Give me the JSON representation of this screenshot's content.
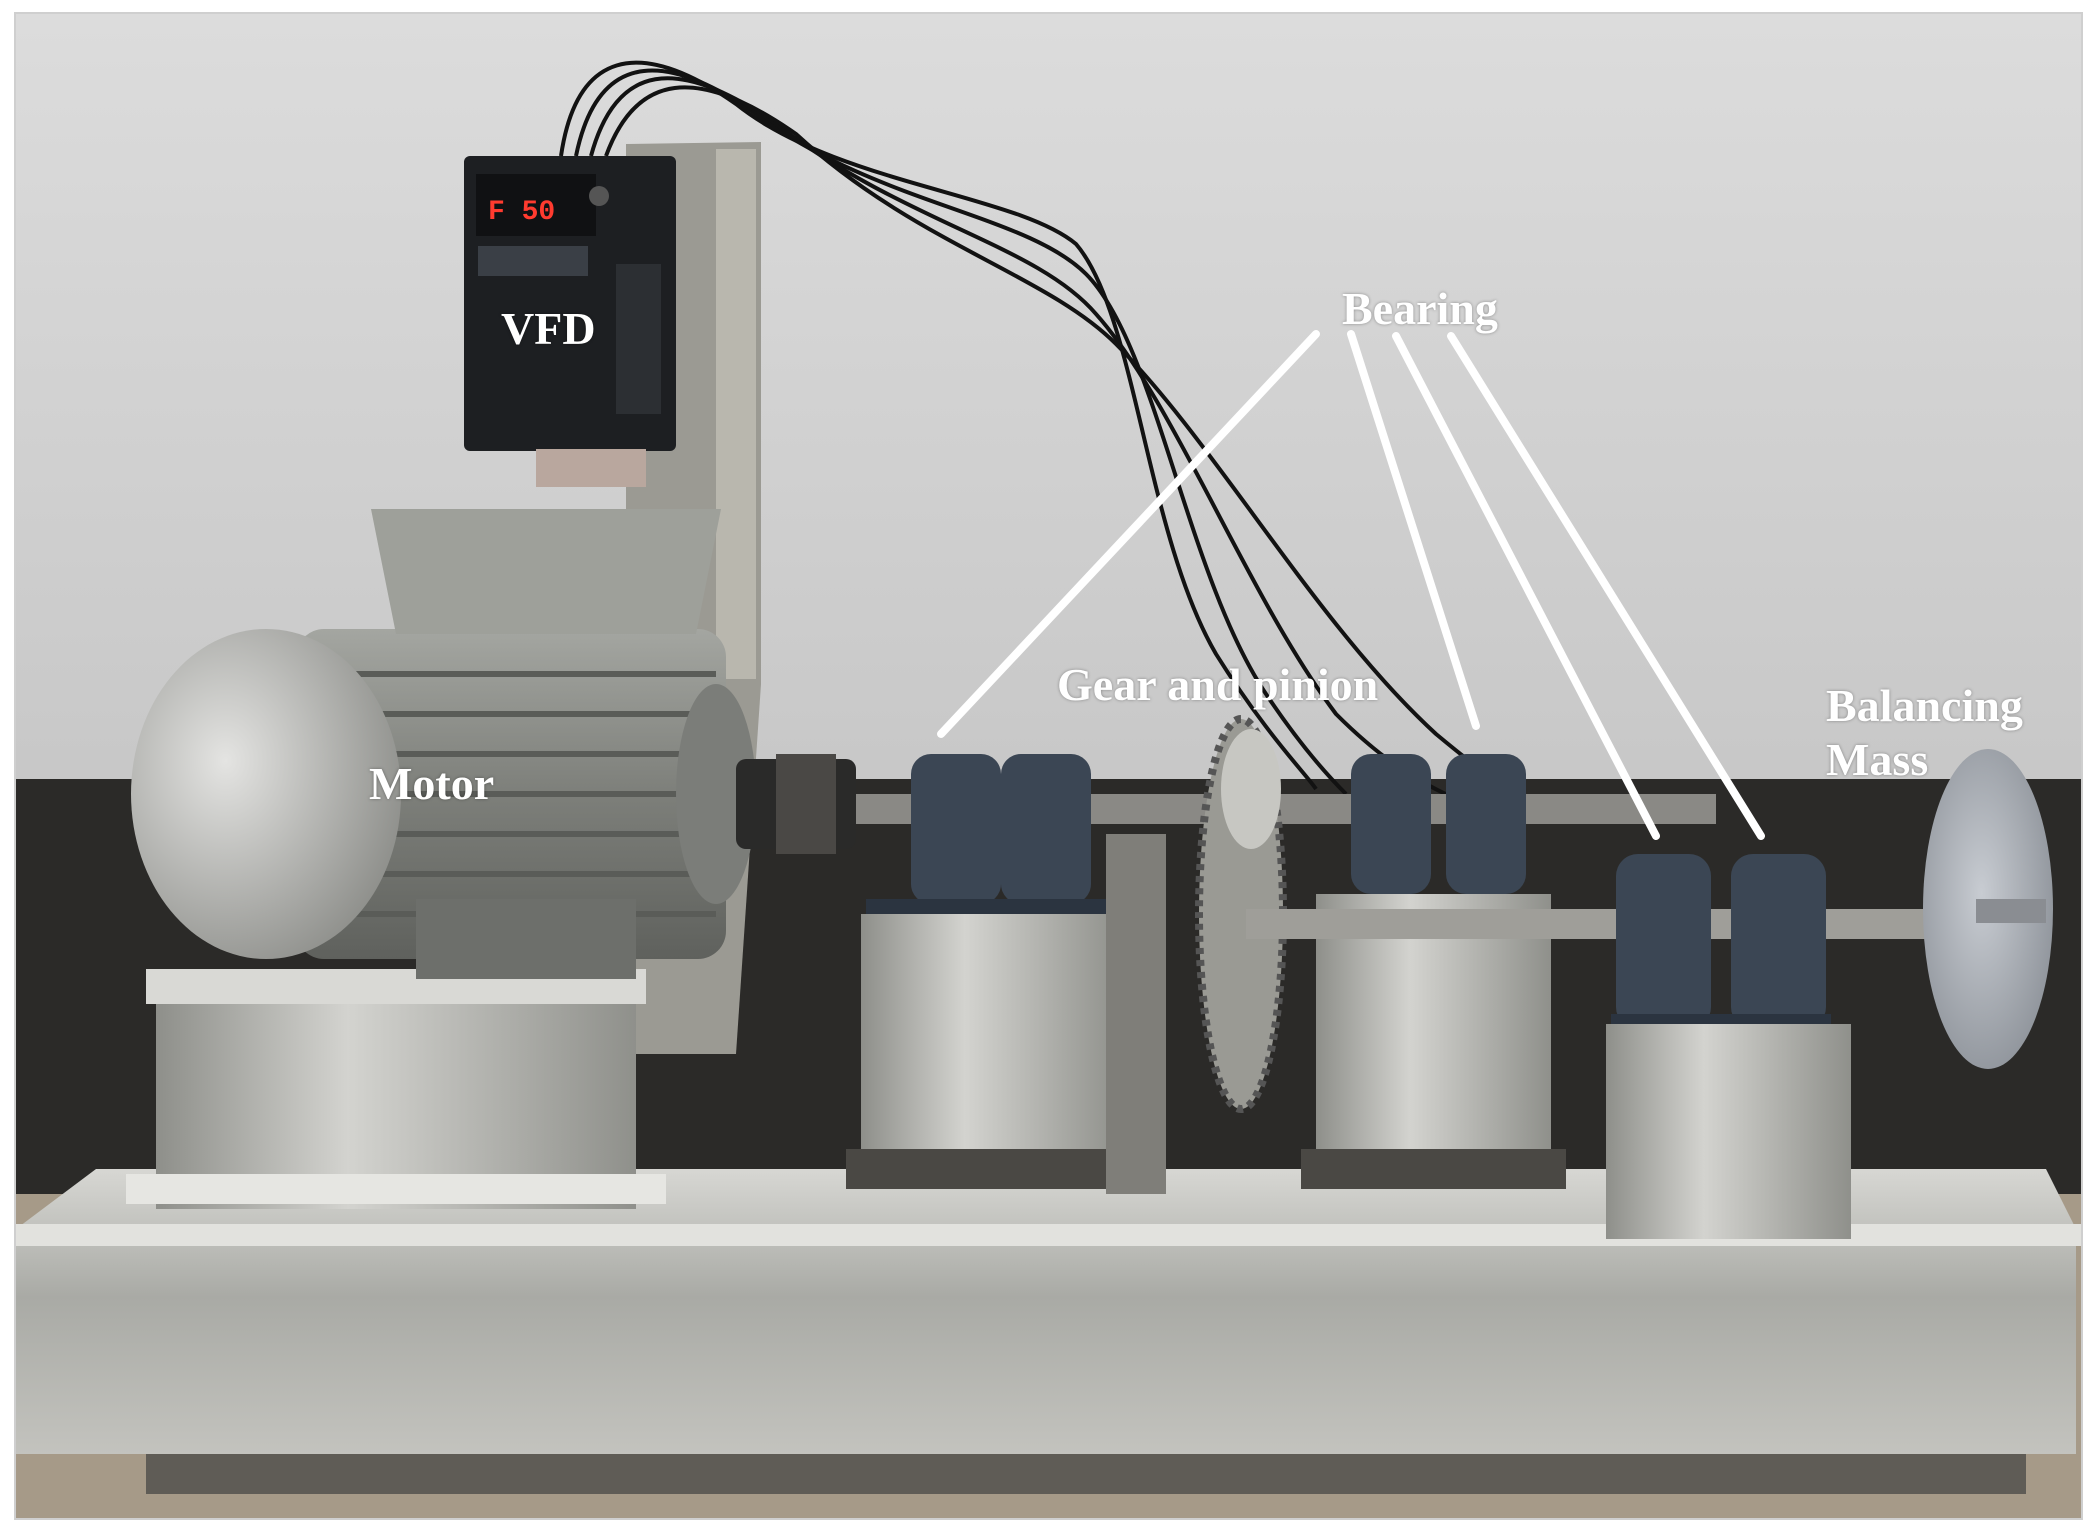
{
  "labels": {
    "vfd": "VFD",
    "bearing": "Bearing",
    "gear_and_pinion": "Gear and pinion",
    "motor": "Motor",
    "balancing_mass": "Balancing\nMass"
  },
  "vfd_display": "F 50",
  "colors": {
    "label_text": "#ffffff",
    "wall": "#d2d2d2",
    "base_steel": "#b9b9b4",
    "motor_grey": "#8f918c",
    "bearing_blue": "#3b4654"
  }
}
